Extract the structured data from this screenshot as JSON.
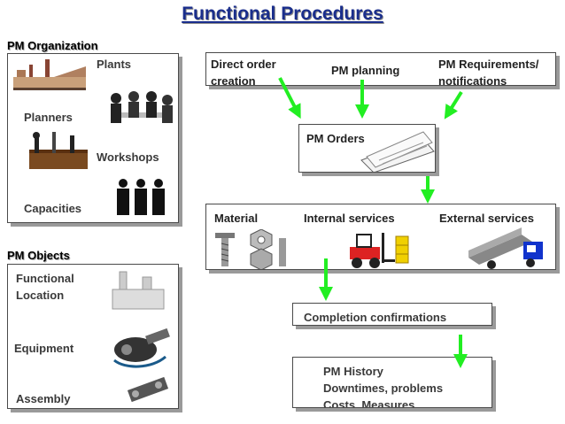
{
  "title": "Functional Procedures",
  "pm_organization": {
    "heading": "PM Organization",
    "labels": {
      "plants": "Plants",
      "planners": "Planners",
      "workshops": "Workshops",
      "capacities": "Capacities"
    }
  },
  "pm_objects": {
    "heading": "PM Objects",
    "labels": {
      "functional_location": "Functional\nLocation",
      "equipment": "Equipment",
      "assembly": "Assembly"
    }
  },
  "top_row": {
    "direct_order": "Direct order creation",
    "pm_planning": "PM planning",
    "pm_requirements": "PM Requirements/ notifications"
  },
  "pm_orders": "PM Orders",
  "services": {
    "material": "Material",
    "internal": "Internal services",
    "external": "External services"
  },
  "completion": "Completion  confirmations",
  "history": {
    "line1": "PM History",
    "line2": "Downtimes, problems",
    "line3": "Costs, Measures"
  },
  "colors": {
    "title": "#1a2e8c",
    "arrow": "#22ee22",
    "shadow": "#9a9a9a"
  }
}
